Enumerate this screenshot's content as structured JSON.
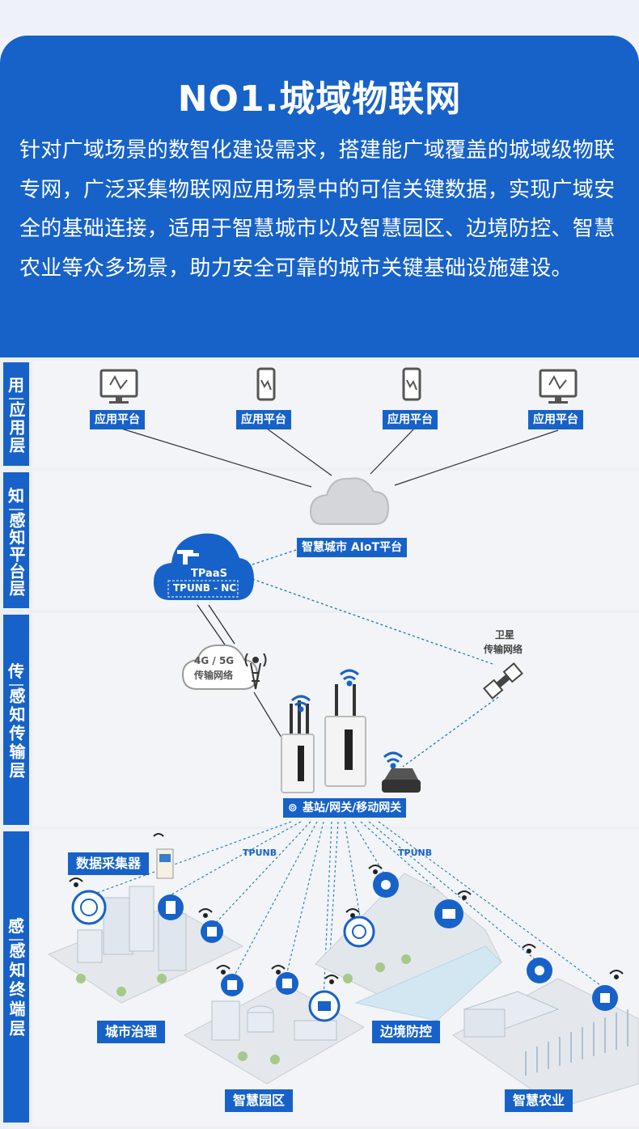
{
  "hero": {
    "title": "NO1.城域物联网",
    "description": "针对广域场景的数智化建设需求，搭建能广域覆盖的城域级物联专网，广泛采集物联网应用场景中的可信关键数据，实现广域安全的基础连接，适用于智慧城市以及智慧园区、边境防控、智慧农业等众多场景，助力安全可靠的城市关键基础设施建设。"
  },
  "layers": [
    {
      "label_top": "用",
      "label_bottom": "应用层"
    },
    {
      "label_top": "知",
      "label_bottom": "感知平台层"
    },
    {
      "label_top": "传",
      "label_bottom": "感知传输层"
    },
    {
      "label_top": "感",
      "label_bottom": "感知终端层"
    }
  ],
  "application": {
    "platforms": [
      "应用平台",
      "应用平台",
      "应用平台",
      "应用平台"
    ]
  },
  "platform": {
    "cloud_label": "智慧城市 AIoT平台",
    "tpaas_name": "TPaaS",
    "tpaas_sub": "TPUNB - NC"
  },
  "transport": {
    "cellular_label_1": "4G / 5G",
    "cellular_label_2": "传输网络",
    "satellite_label_1": "卫星",
    "satellite_label_2": "传输网络",
    "gateway_label": "基站/网关/移动网关"
  },
  "terminal": {
    "collector_label": "数据采集器",
    "tpunb_left": "TPUNB",
    "tpunb_right": "TPUNB",
    "scenes": [
      "城市治理",
      "边境防控",
      "智慧园区",
      "智慧农业"
    ]
  },
  "colors": {
    "brand_blue": "#1762c8",
    "line": "#1f7ab0"
  }
}
